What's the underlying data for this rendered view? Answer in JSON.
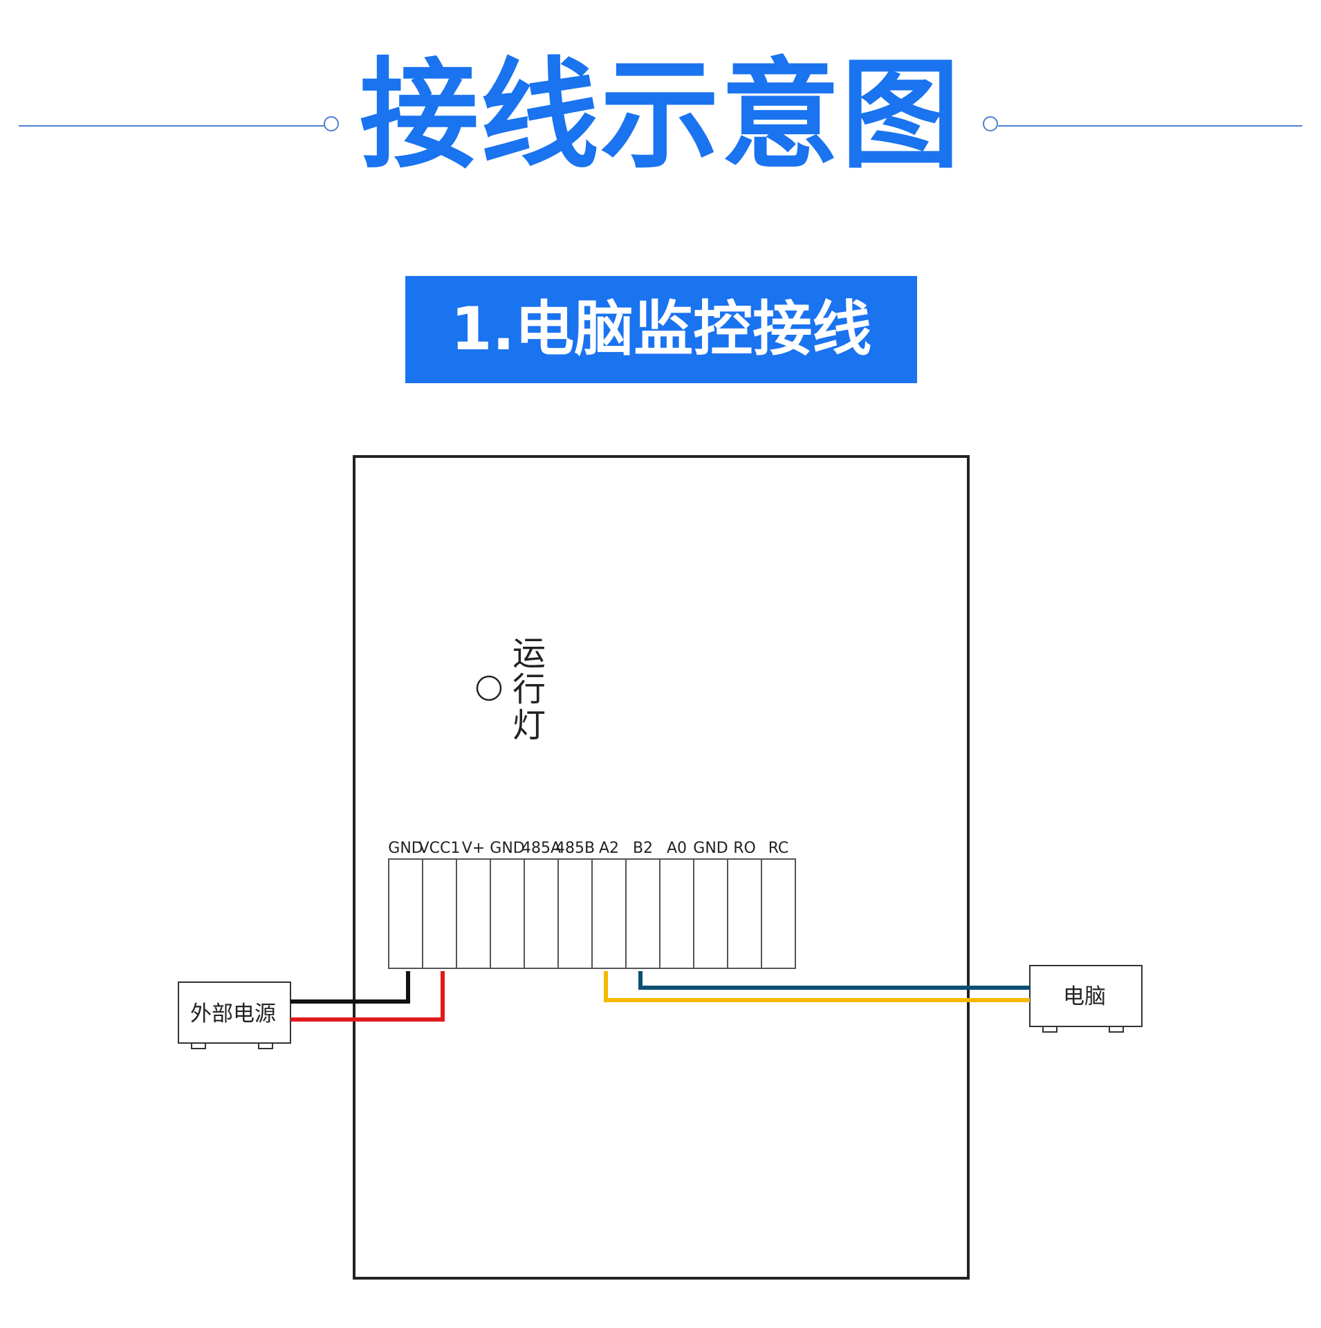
{
  "header": {
    "title": "接线示意图"
  },
  "section": {
    "title": "1.电脑监控接线"
  },
  "device": {
    "run_light_label": [
      "运",
      "行",
      "灯"
    ],
    "terminals": [
      "GND",
      "VCC1",
      "V+",
      "GND",
      "485A",
      "485B",
      "A2",
      "B2",
      "A0",
      "GND",
      "RO",
      "RC"
    ]
  },
  "external_power": {
    "label": "外部电源"
  },
  "computer": {
    "label": "电脑"
  },
  "wires": [
    {
      "from": "external_power",
      "to": "GND",
      "color": "#111111"
    },
    {
      "from": "external_power",
      "to": "VCC1",
      "color": "#e11b1b"
    },
    {
      "from": "computer",
      "to": "A2",
      "color": "#f5b800"
    },
    {
      "from": "computer",
      "to": "B2",
      "color": "#0d4f72"
    }
  ],
  "colors": {
    "accent": "#1a73ef",
    "line": "#4d7fd1"
  }
}
